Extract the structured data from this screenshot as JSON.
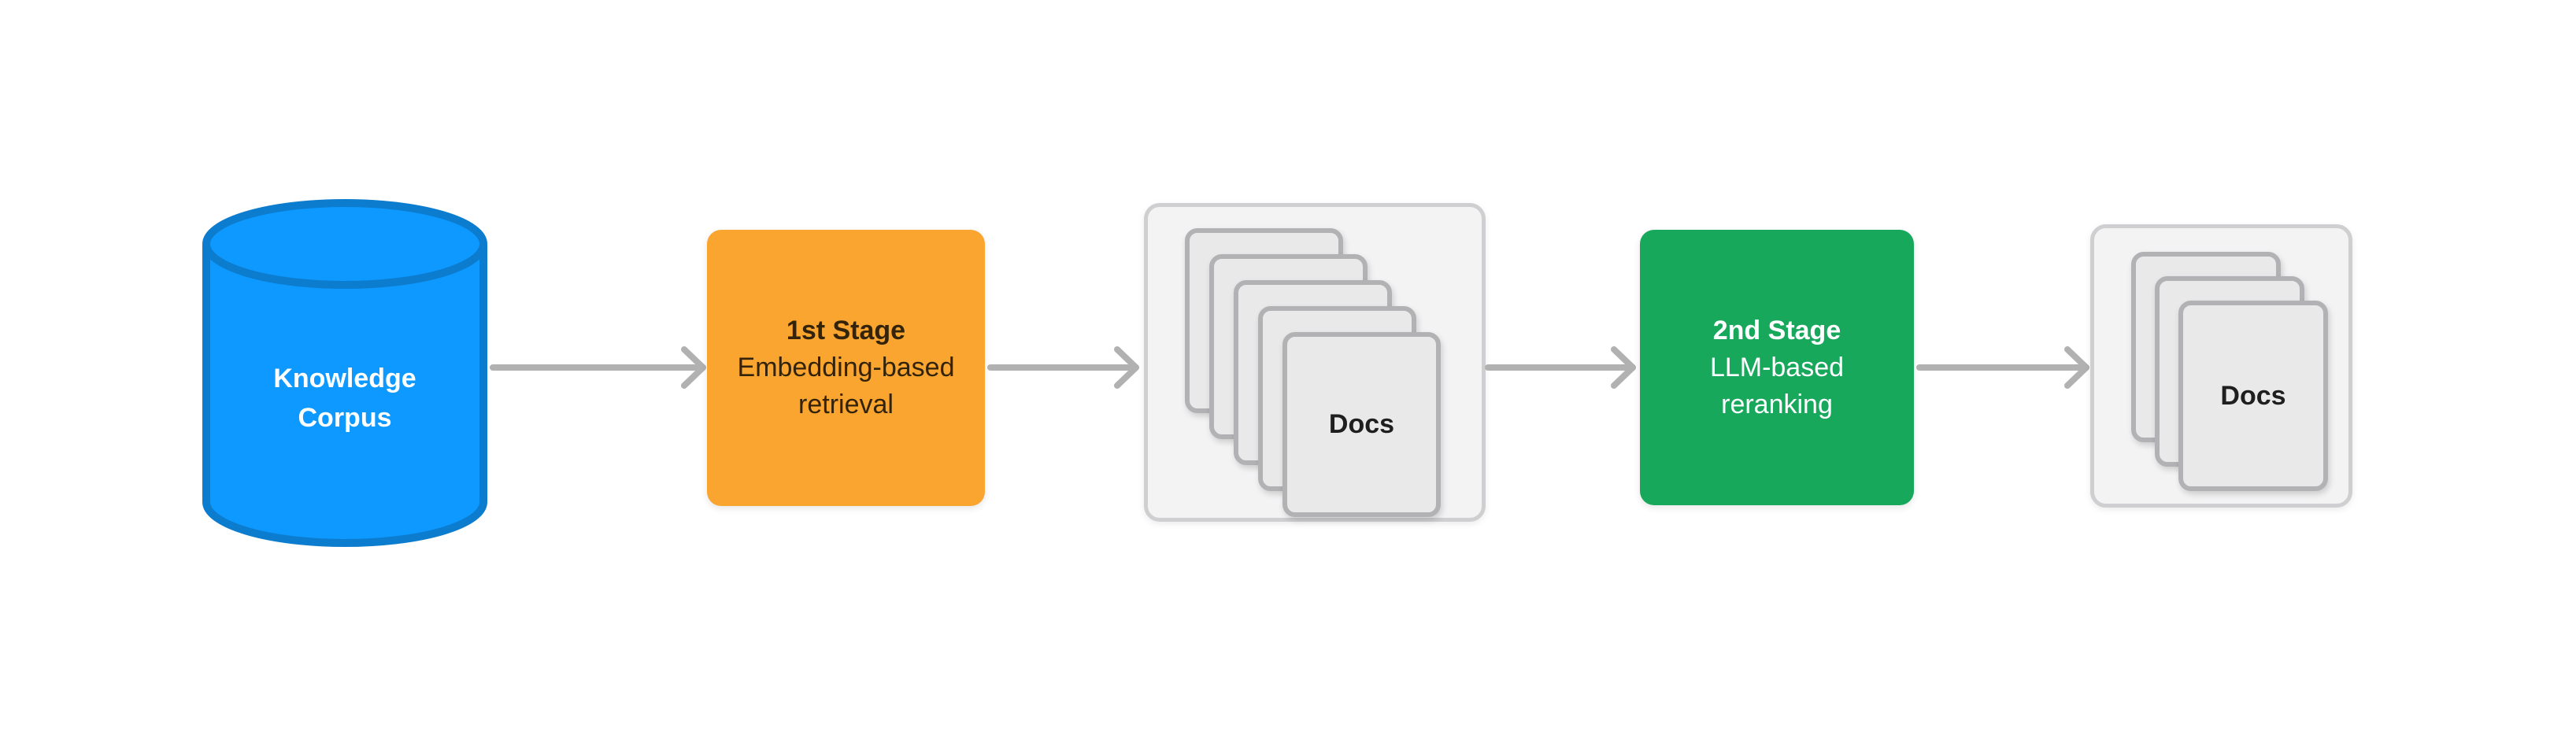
{
  "colors": {
    "background": "#ffffff",
    "cylinder_fill": "#0D99FF",
    "cylinder_stroke": "#0C7CCE",
    "cylinder_text": "#ffffff",
    "stage1_fill": "#F9A52F",
    "stage1_text": "#33230A",
    "stage2_fill": "#17A85C",
    "stage2_text": "#ffffff",
    "panel_fill": "#F3F3F4",
    "panel_stroke": "#CFCFD1",
    "card_fill": "#E9E9EA",
    "card_stroke": "#B2B2B5",
    "docs_text": "#1F1F1F",
    "arrow": "#B1B1B1"
  },
  "nodes": {
    "knowledge_corpus": {
      "line1": "Knowledge",
      "line2": "Corpus",
      "shape": "cylinder"
    },
    "stage1": {
      "title": "1st Stage",
      "line1": "Embedding-based",
      "line2": "retrieval"
    },
    "docs_retrieved": {
      "label": "Docs",
      "card_count": 5
    },
    "stage2": {
      "title": "2nd Stage",
      "line1": "LLM-based",
      "line2": "reranking"
    },
    "docs_reranked": {
      "label": "Docs",
      "card_count": 3
    }
  },
  "edges": [
    {
      "from": "knowledge_corpus",
      "to": "stage1"
    },
    {
      "from": "stage1",
      "to": "docs_retrieved"
    },
    {
      "from": "docs_retrieved",
      "to": "stage2"
    },
    {
      "from": "stage2",
      "to": "docs_reranked"
    }
  ]
}
